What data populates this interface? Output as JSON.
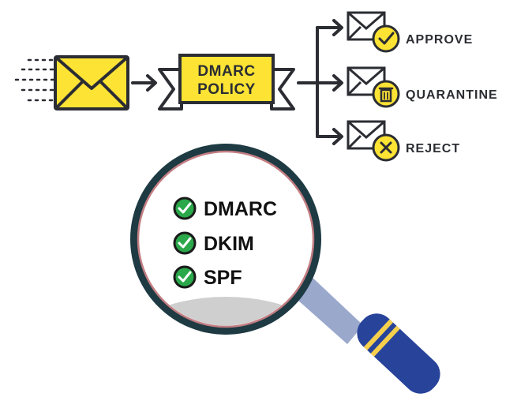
{
  "policy": {
    "line1": "DMARC",
    "line2": "POLICY"
  },
  "outcomes": [
    {
      "label": "APPROVE",
      "icon": "check-icon"
    },
    {
      "label": "QUARANTINE",
      "icon": "trash-icon"
    },
    {
      "label": "REJECT",
      "icon": "x-icon"
    }
  ],
  "checks": [
    {
      "label": "DMARC"
    },
    {
      "label": "DKIM"
    },
    {
      "label": "SPF"
    }
  ],
  "colors": {
    "ink": "#2b2d33",
    "yellow": "#fde334",
    "check_green": "#2aa84a",
    "lens_rim": "#1e3a43",
    "handle_blue": "#27439a",
    "handle_light": "#9aa8cc",
    "band_yellow": "#f6d04d"
  }
}
